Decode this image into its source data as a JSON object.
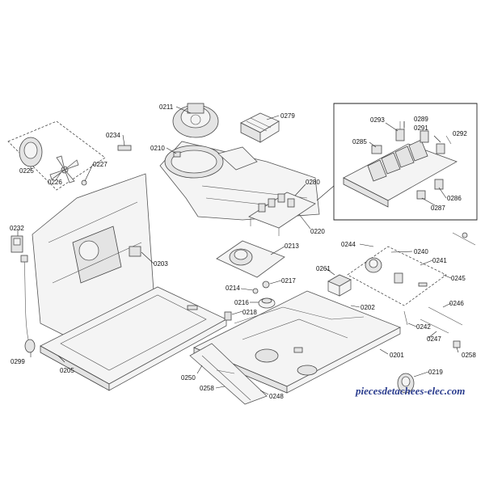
{
  "parts": {
    "p0211": "0211",
    "p0279": "0279",
    "p0234": "0234",
    "p0210": "0210",
    "p0227": "0227",
    "p0225": "0225",
    "p0226": "0226",
    "p0280": "0280",
    "p0220": "0220",
    "p0232": "0232",
    "p0203": "0203",
    "p0213": "0213",
    "p0214": "0214",
    "p0217": "0217",
    "p0216": "0216",
    "p0218": "0218",
    "p0299": "0299",
    "p0205": "0205",
    "p0250": "0250",
    "p0258a": "0258",
    "p0248": "0248",
    "p0261": "0261",
    "p0202": "0202",
    "p0201": "0201",
    "p0244": "0244",
    "p0240": "0240",
    "p0241": "0241",
    "p0245": "0245",
    "p0246": "0246",
    "p0242": "0242",
    "p0247": "0247",
    "p0258b": "0258",
    "p0219": "0219",
    "p0293": "0293",
    "p0289": "0289",
    "p0291": "0291",
    "p0292": "0292",
    "p0285": "0285",
    "p0286": "0286",
    "p0287": "0287"
  },
  "watermark": "piecesdetachees-elec.com"
}
